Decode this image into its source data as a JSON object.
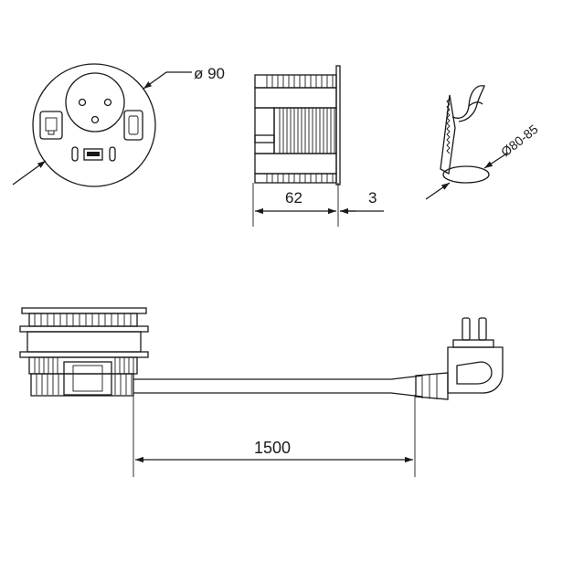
{
  "diagram": {
    "line_color": "#1a1a1a",
    "background": "#ffffff",
    "labels": {
      "outer_diameter": "ø 90",
      "cutout_diameter": "Ø80-85",
      "body_depth": "62",
      "flange_thickness": "3",
      "cable_length": "1500"
    }
  }
}
